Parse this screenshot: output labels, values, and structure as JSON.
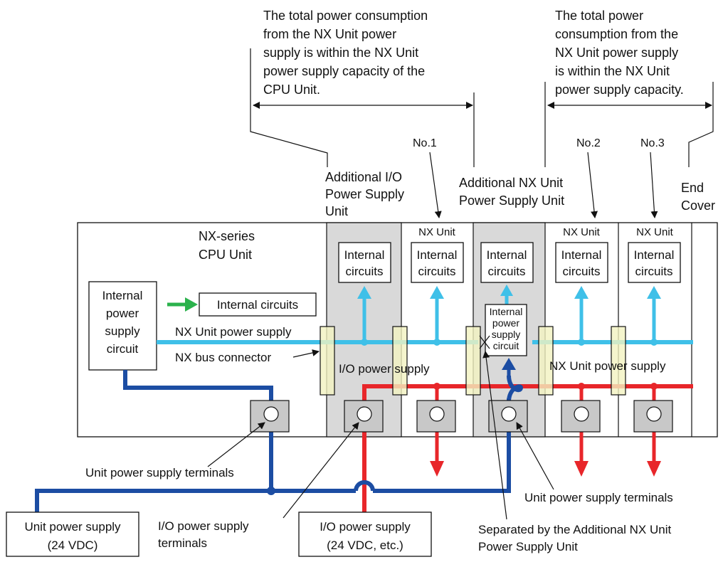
{
  "top_notes": {
    "left": [
      "The total power consumption",
      "from the NX Unit power",
      "supply is within the NX Unit",
      "power supply capacity of the",
      "CPU Unit."
    ],
    "right": [
      "The total power",
      "consumption from the",
      "NX Unit power supply",
      "is within the NX Unit",
      "power supply capacity."
    ]
  },
  "unit_numbers": [
    "No.1",
    "No.2",
    "No.3"
  ],
  "unit_labels": {
    "additional_io": [
      "Additional I/O",
      "Power Supply",
      "Unit"
    ],
    "additional_nx": [
      "Additional NX Unit",
      "Power Supply Unit"
    ],
    "end_cover": [
      "End",
      "Cover"
    ],
    "cpu": [
      "NX-series",
      "CPU Unit"
    ],
    "nx_unit": "NX Unit"
  },
  "internal_circuits": [
    "Internal",
    "circuits"
  ],
  "cpu_internal_circuits": "Internal circuits",
  "cpu_power_supply_circuit": [
    "Internal",
    "power",
    "supply",
    "circuit"
  ],
  "nx_power_supply_circuit": [
    "Internal",
    "power",
    "supply",
    "circuit"
  ],
  "bus_labels": {
    "nx_unit_power_supply": "NX Unit power supply",
    "nx_bus_connector": "NX bus connector",
    "io_power_supply": "I/O power supply",
    "nx_unit_power_supply_right": "NX Unit power supply"
  },
  "callouts": {
    "unit_terminals_left": "Unit power supply terminals",
    "unit_terminals_right": "Unit power supply terminals",
    "io_terminals": [
      "I/O power supply",
      "terminals"
    ],
    "separated": [
      "Separated by the Additional NX Unit",
      "Power Supply Unit"
    ]
  },
  "sources": {
    "unit_power": [
      "Unit power supply",
      "(24 VDC)"
    ],
    "io_power": [
      "I/O power supply",
      "(24 VDC, etc.)"
    ]
  },
  "colors": {
    "nx_power_line": "#3fc0e8",
    "unit_power_line": "#1c4da3",
    "io_power_line": "#e8262a",
    "arrow_green": "#2bb24c",
    "connector_fill": "#f2f2c0",
    "shaded_unit": "#d9d9d9"
  }
}
